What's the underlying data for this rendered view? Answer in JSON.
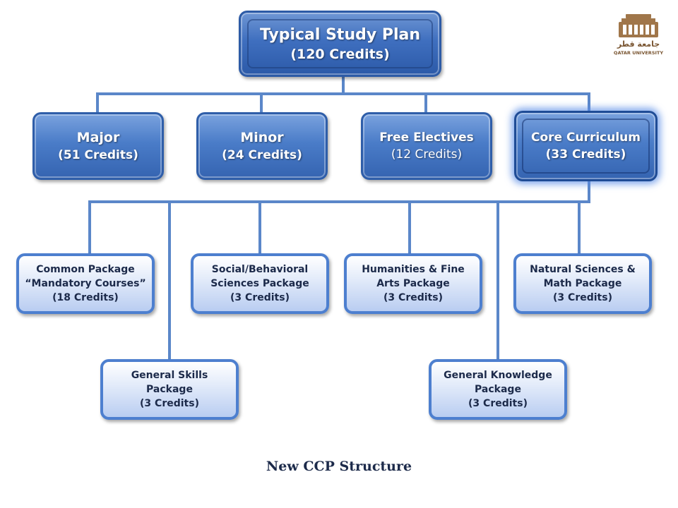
{
  "root": {
    "title": "Typical Study Plan",
    "credits": "(120 Credits)"
  },
  "level2": {
    "major": {
      "title": "Major",
      "credits": "(51 Credits)"
    },
    "minor": {
      "title": "Minor",
      "credits": "(24 Credits)"
    },
    "free_electives": {
      "title": "Free Electives",
      "credits": "(12 Credits)"
    },
    "core_curriculum": {
      "title": "Core Curriculum",
      "credits": "(33 Credits)"
    }
  },
  "packages": {
    "common": {
      "line1": "Common Package",
      "line2": "“Mandatory Courses”",
      "credits": "(18 Credits)"
    },
    "social": {
      "line1": "Social/Behavioral",
      "line2": "Sciences Package",
      "credits": "(3 Credits)"
    },
    "humanities": {
      "line1": "Humanities & Fine",
      "line2": "Arts Package",
      "credits": "(3 Credits)"
    },
    "natural": {
      "line1": "Natural Sciences &",
      "line2": "Math Package",
      "credits": "(3 Credits)"
    },
    "general_skills": {
      "line1": "General Skills",
      "line2": "Package",
      "credits": "(3 Credits)"
    },
    "general_knowledge": {
      "line1": "General Knowledge",
      "line2": "Package",
      "credits": "(3 Credits)"
    }
  },
  "caption": "New CCP Structure",
  "logo": {
    "arabic": "جامعة قطر",
    "english": "QATAR UNIVERSITY",
    "icon": "university-logo"
  },
  "colors": {
    "connector": "#5b87c9",
    "box_dark": "#2d5ba6",
    "package_border": "#4d7fcf"
  }
}
